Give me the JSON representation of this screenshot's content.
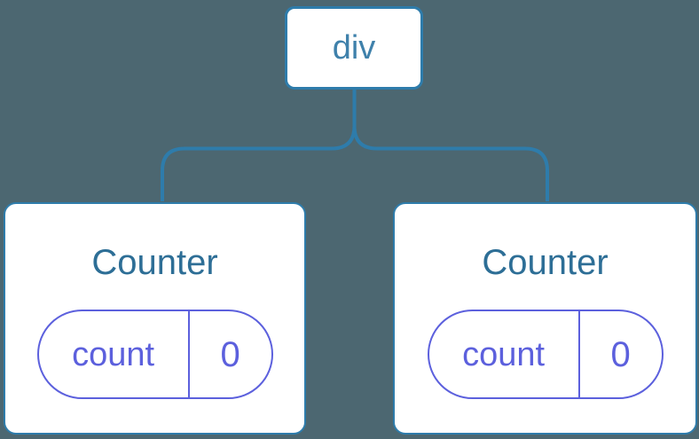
{
  "diagram": {
    "colors": {
      "background": "#4c6771",
      "line-blue": "#2e7cab",
      "root-label-blue": "#3f81ab",
      "title-blue": "#2d6e96",
      "state-purple": "#5c60dd",
      "card-white": "#ffffff"
    },
    "root": {
      "label": "div"
    },
    "children": [
      {
        "title": "Counter",
        "state": [
          {
            "key": "count",
            "value": "0"
          }
        ]
      },
      {
        "title": "Counter",
        "state": [
          {
            "key": "count",
            "value": "0"
          }
        ]
      }
    ]
  }
}
